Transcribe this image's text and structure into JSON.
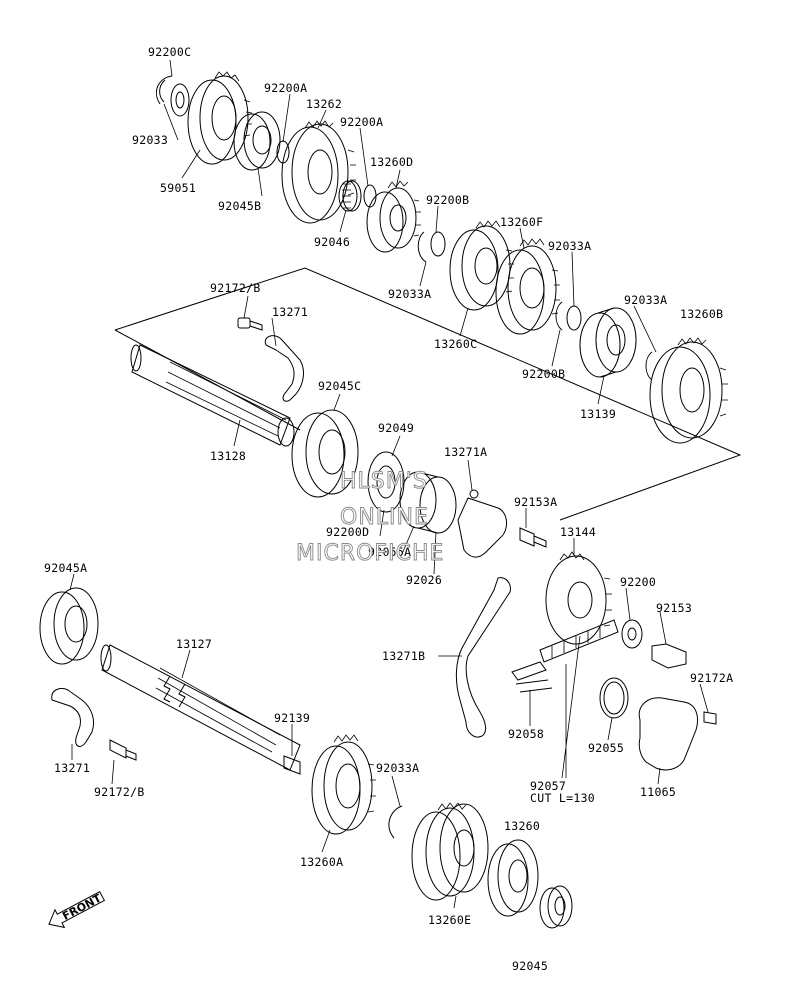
{
  "labels": {
    "p92200C": "92200C",
    "p92033_top": "92033",
    "p59051": "59051",
    "p92200A_1": "92200A",
    "p13262": "13262",
    "p92200A_2": "92200A",
    "p92045B": "92045B",
    "p13260D": "13260D",
    "p92046": "92046",
    "p92200B_1": "92200B",
    "p13260F": "13260F",
    "p92033A_1": "92033A",
    "p92033A_2": "92033A",
    "p92033A_3": "92033A",
    "p13260B": "13260B",
    "p13260C": "13260C",
    "p92200B_2": "92200B",
    "p13139": "13139",
    "p92172B_1": "92172/B",
    "p13271_1": "13271",
    "p92045C": "92045C",
    "p13128": "13128",
    "p92049": "92049",
    "p13271A": "13271A",
    "p92153A": "92153A",
    "p92200D": "92200D",
    "p92055A": "92055A",
    "p13144": "13144",
    "p92026": "92026",
    "p92200": "92200",
    "p92153": "92153",
    "p92045A": "92045A",
    "p13127": "13127",
    "p13271B": "13271B",
    "p92172A": "92172A",
    "p92139": "92139",
    "p92058": "92058",
    "p92055": "92055",
    "p13271_2": "13271",
    "p92172B_2": "92172/B",
    "p92033A_4": "92033A",
    "p92057": "92057",
    "p92057_cut": "CUT  L=130",
    "p11065": "11065",
    "p13260": "13260",
    "p13260A": "13260A",
    "p13260E": "13260E",
    "p92045": "92045"
  },
  "watermark": {
    "line1": "HLSM'S",
    "line2": "ONLINE",
    "line3": "MICROFICHE"
  },
  "front_arrow": "FRONT"
}
